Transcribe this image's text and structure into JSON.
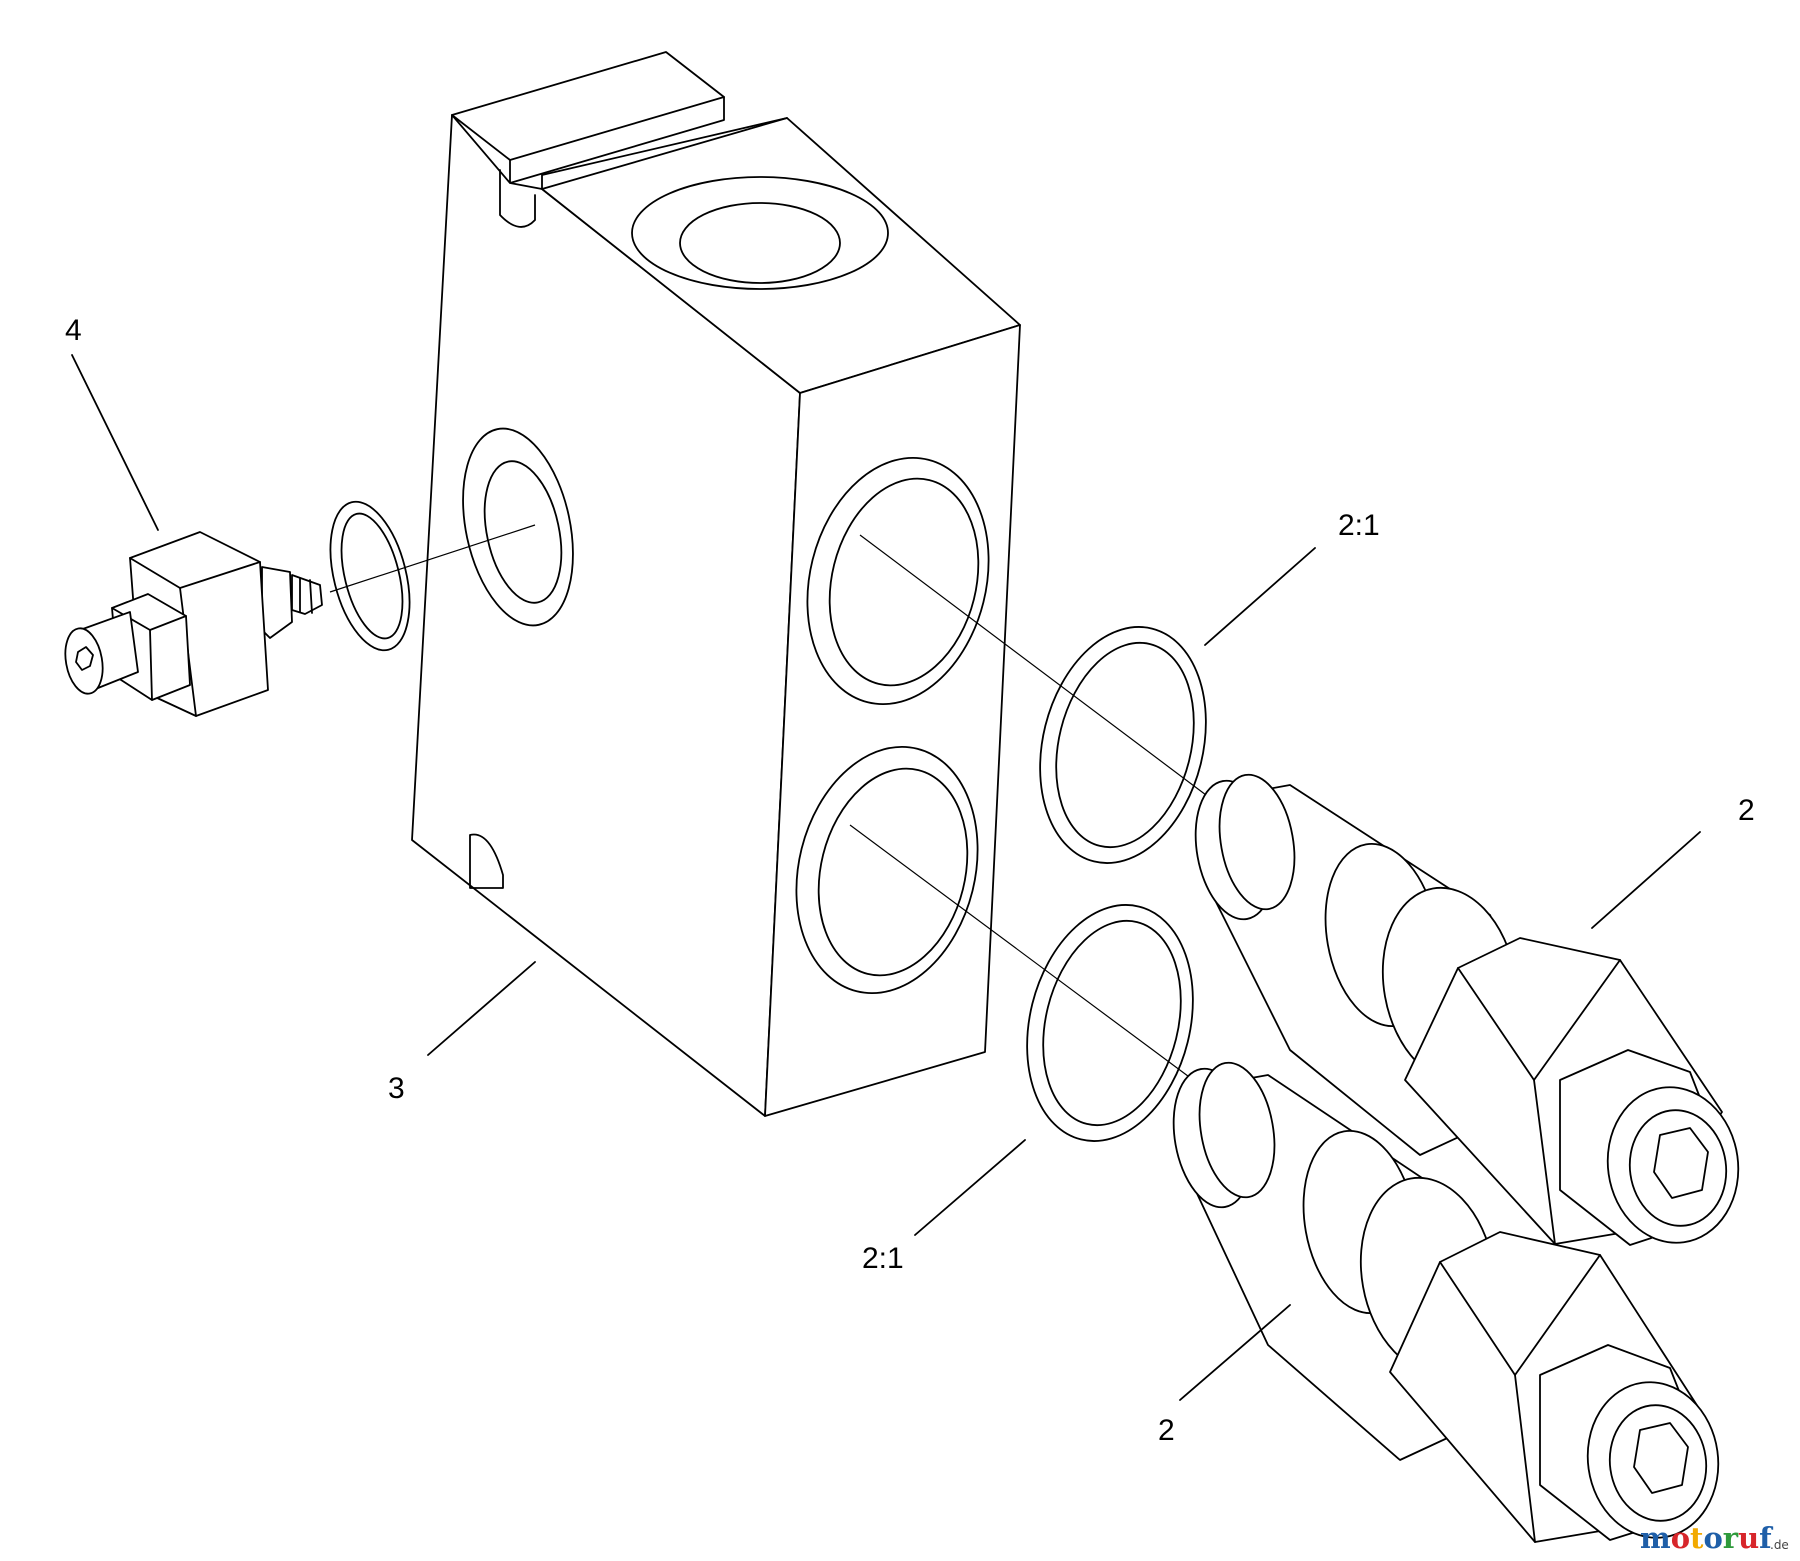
{
  "callouts": {
    "valve_body": "3",
    "check_valve": "4",
    "oring_upper": "2:1",
    "oring_lower": "2:1",
    "cartridge_upper": "2",
    "cartridge_lower": "2"
  },
  "watermark": {
    "letters": [
      "m",
      "o",
      "t",
      "o",
      "r",
      "u",
      "f"
    ],
    "letter_colors": [
      "#1f5fa8",
      "#d7262b",
      "#f2a900",
      "#1f5fa8",
      "#2e9a3b",
      "#d7262b",
      "#1f5fa8"
    ],
    "suffix": ".de"
  }
}
